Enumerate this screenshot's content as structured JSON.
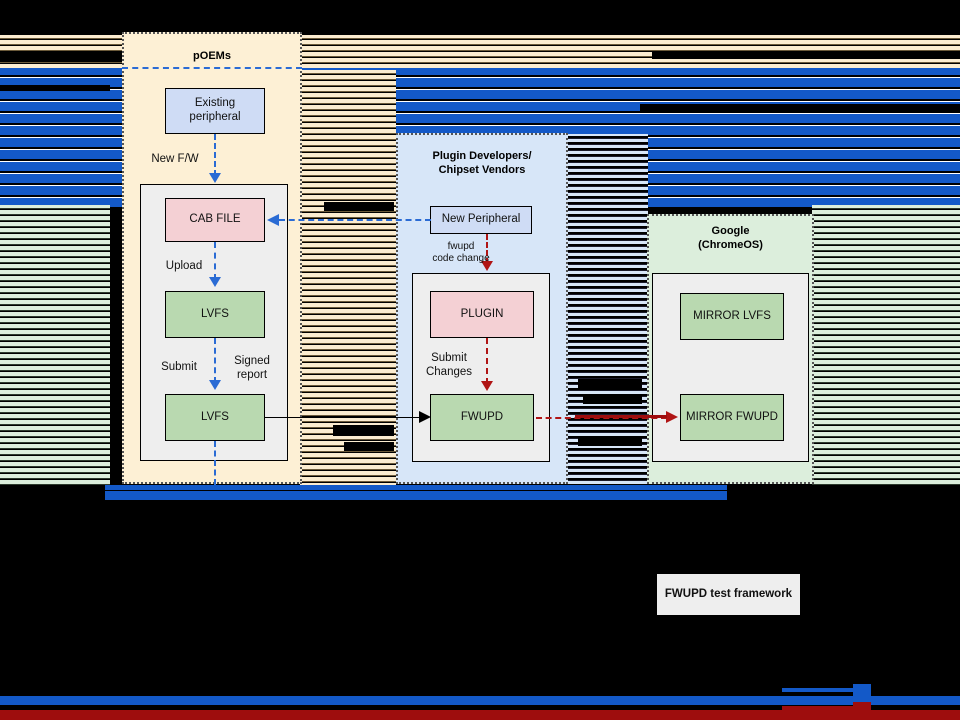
{
  "diagram": {
    "title_visible": false,
    "panels": [
      {
        "id": "poems",
        "label": "pOEMs",
        "bg": "#fdf0d5"
      },
      {
        "id": "plugin",
        "label": "Plugin Developers/\nChipset Vendors",
        "bg": "#d7e6f8"
      },
      {
        "id": "google",
        "label": "Google\n(ChromeOS)",
        "bg": "#dceedc"
      }
    ],
    "panel_labels": {
      "poems": "pOEMs",
      "plugin_line1": "Plugin Developers/",
      "plugin_line2": "Chipset Vendors",
      "google_line1": "Google",
      "google_line2": "(ChromeOS)"
    },
    "nodes": {
      "existing_peripheral": "Existing\nperipheral",
      "existing_peripheral_l1": "Existing",
      "existing_peripheral_l2": "peripheral",
      "cab_file": "CAB FILE",
      "lvfs_upload": "LVFS",
      "lvfs_submit": "LVFS",
      "new_peripheral": "New Peripheral",
      "plugin": "PLUGIN",
      "fwupd": "FWUPD",
      "mirror_lvfs": "MIRROR LVFS",
      "mirror_fwupd": "MIRROR FWUPD",
      "test_framework": "FWUPD test framework"
    },
    "edge_labels": {
      "new_fw": "New F/W",
      "upload": "Upload",
      "submit": "Submit",
      "signed_report_l1": "Signed",
      "signed_report_l2": "report",
      "fwupd_code_change_l1": "fwupd",
      "fwupd_code_change_l2": "code change",
      "submit_changes_l1": "Submit",
      "submit_changes_l2": "Changes"
    },
    "colors": {
      "blue_node": "#cfdcf5",
      "pink_node": "#f4d0d4",
      "green_node": "#b9d9b0",
      "white_node": "#eeeeee",
      "panel_poems": "#fdf0d5",
      "panel_plugin": "#d7e6f8",
      "panel_google": "#dceedc",
      "arrow_blue": "#2a6bd4",
      "arrow_red": "#b01515",
      "arrow_black": "#000000",
      "glitch_blue": "#1359c8",
      "glitch_red": "#9e0d0d",
      "background": "#000000"
    }
  }
}
